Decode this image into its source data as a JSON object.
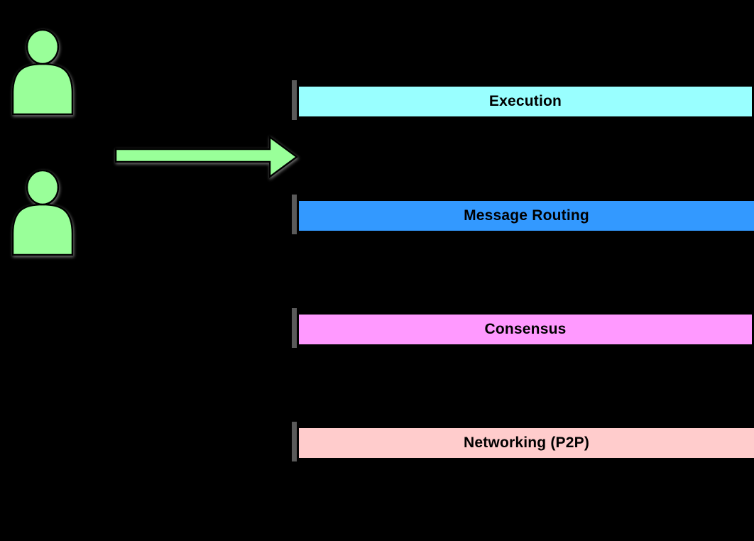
{
  "diagram": {
    "background_color": "#000000",
    "text_color": "#000000",
    "tick_color": "#5a5a5a",
    "outline_color": "#000000",
    "shadow_color": "#777777",
    "actors": [
      {
        "name": "user-top",
        "color": "#99FF99"
      },
      {
        "name": "user-bottom",
        "color": "#99FF99"
      }
    ],
    "arrow": {
      "direction": "right",
      "color": "#99FF99"
    },
    "layers": [
      {
        "label": "Execution",
        "color": "#99FFFF"
      },
      {
        "label": "Message Routing",
        "color": "#3399FF"
      },
      {
        "label": "Consensus",
        "color": "#FF99FF"
      },
      {
        "label": "Networking (P2P)",
        "color": "#FFCCCC"
      }
    ]
  }
}
